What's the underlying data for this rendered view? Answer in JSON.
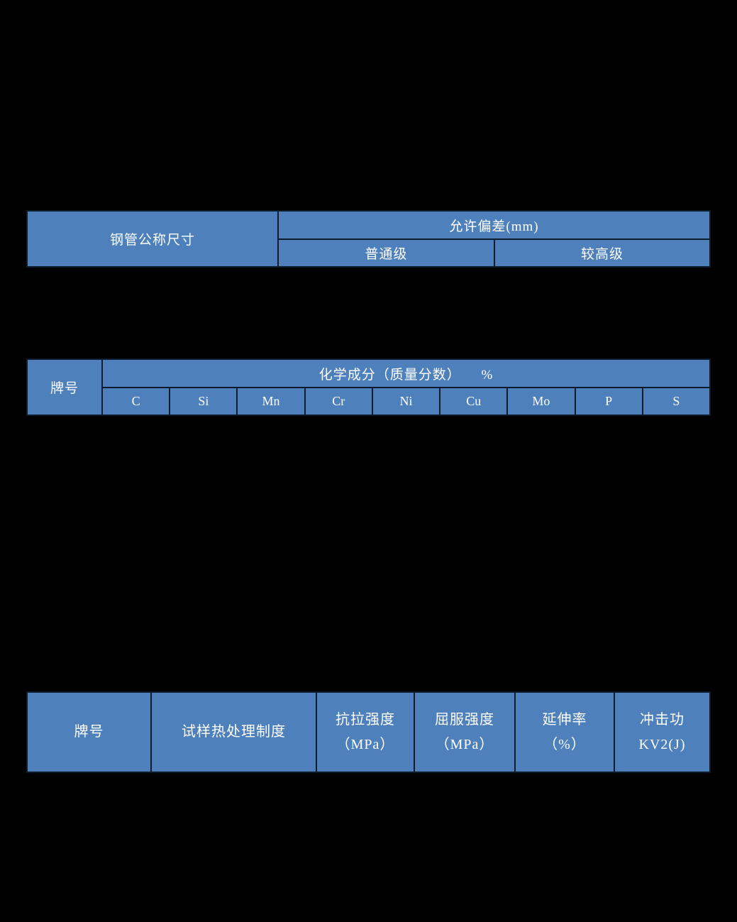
{
  "page": {
    "background": "#000000",
    "cell_fill": "#4E80BC",
    "border_color": "#0E1B2C",
    "text_color": "#FFFFFF"
  },
  "table_dimension": {
    "corner_header": "钢管公称尺寸",
    "top_header": "允许偏差(mm)",
    "sub_headers": [
      "普通级",
      "较高级"
    ]
  },
  "table_chemistry": {
    "corner_header": "牌号",
    "top_header": "化学成分（质量分数）     %",
    "element_columns": [
      "C",
      "Si",
      "Mn",
      "Cr",
      "Ni",
      "Cu",
      "Mo",
      "P",
      "S"
    ]
  },
  "table_mechanical": {
    "columns": [
      {
        "line1": "牌号",
        "line2": ""
      },
      {
        "line1": "试样热处理制度",
        "line2": ""
      },
      {
        "line1": "抗拉强度",
        "line2": "（MPa）"
      },
      {
        "line1": "屈服强度",
        "line2": "（MPa）"
      },
      {
        "line1": "延伸率",
        "line2": "（%）"
      },
      {
        "line1": "冲击功",
        "line2": "KV2(J)"
      }
    ]
  }
}
